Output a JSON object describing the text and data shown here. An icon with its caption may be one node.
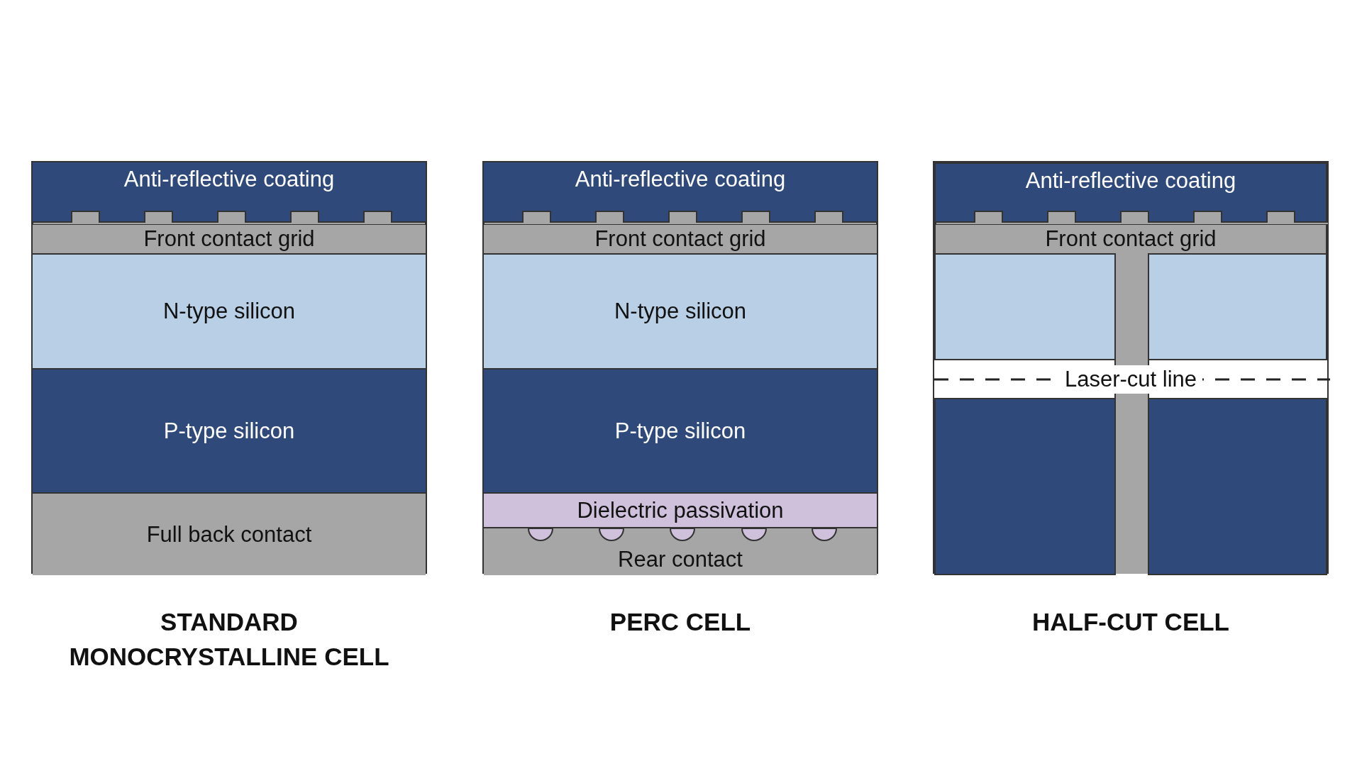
{
  "diagram": {
    "nodes": [
      {
        "text": [
          "STANDARD MONOCRYSTALLINE CELL"
        ]
      },
      {
        "text": [
          "Anti-reflective coating"
        ],
        "in": 0
      },
      {
        "text": [
          "Front contact grid"
        ],
        "in": 0
      },
      {
        "text": [
          "N-type silicon"
        ],
        "in": 0
      },
      {
        "text": [
          "P-type silicon"
        ],
        "in": 0
      },
      {
        "text": [
          "Full back contact"
        ],
        "in": 0
      },
      {
        "text": [
          "PERC CELL"
        ]
      },
      {
        "text": [
          "Anti-reflective coating"
        ],
        "in": 6
      },
      {
        "text": [
          "Front contact grid"
        ],
        "in": 6
      },
      {
        "text": [
          "N-type silicon"
        ],
        "in": 6
      },
      {
        "text": [
          "P-type silicon"
        ],
        "in": 6
      },
      {
        "text": [
          "Dielectric passivation"
        ],
        "in": 6
      },
      {
        "text": [
          "Rear contact"
        ],
        "in": 6
      },
      {
        "text": [
          "HALF-CUT CELL"
        ]
      },
      {
        "text": [
          "Anti-reflective coating"
        ],
        "in": 13
      },
      {
        "text": [
          "Front contact grid"
        ],
        "in": 13
      },
      {
        "text": [],
        "shape": "box",
        "in": 13
      },
      {
        "text": [],
        "shape": "box",
        "in": 13
      },
      {
        "text": [],
        "shape": "box",
        "in": 13
      },
      {
        "text": [],
        "shape": "box",
        "in": 13
      },
      {
        "text": [],
        "shape": "bar",
        "in": 13
      }
    ],
    "labels": [
      "Laser-cut line"
    ]
  }
}
